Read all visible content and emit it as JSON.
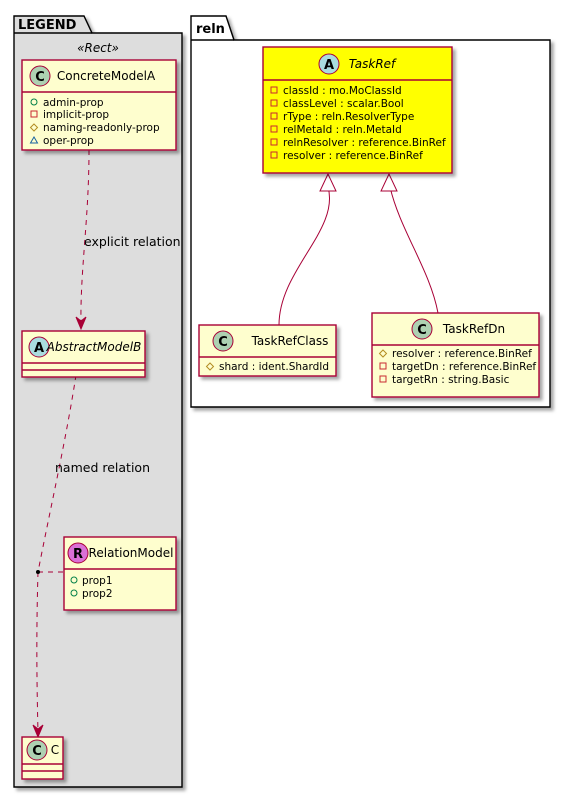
{
  "packages": {
    "legend": {
      "title": "LEGEND",
      "stereotype": "«Rect»"
    },
    "reln": {
      "title": "reln"
    }
  },
  "classes": {
    "concrete_model_a": {
      "name": "ConcreteModelA",
      "badge": "C",
      "attributes": [
        {
          "visibility": "public",
          "text": "admin-prop"
        },
        {
          "visibility": "private",
          "text": "implicit-prop"
        },
        {
          "visibility": "protected",
          "text": "naming-readonly-prop"
        },
        {
          "visibility": "package",
          "text": "oper-prop"
        }
      ]
    },
    "abstract_model_b": {
      "name": "AbstractModelB",
      "badge": "A"
    },
    "relation_model": {
      "name": "RelationModel",
      "badge": "R",
      "attributes": [
        {
          "visibility": "public",
          "text": "prop1"
        },
        {
          "visibility": "public",
          "text": "prop2"
        }
      ]
    },
    "c": {
      "name": "C",
      "badge": "C"
    },
    "task_ref": {
      "name": "TaskRef",
      "badge": "A",
      "attributes": [
        {
          "visibility": "private",
          "text": "classId : mo.MoClassId"
        },
        {
          "visibility": "private",
          "text": "classLevel : scalar.Bool"
        },
        {
          "visibility": "private",
          "text": "rType : reln.ResolverType"
        },
        {
          "visibility": "private",
          "text": "relMetaId : reln.MetaId"
        },
        {
          "visibility": "private",
          "text": "relnResolver : reference.BinRef"
        },
        {
          "visibility": "private",
          "text": "resolver : reference.BinRef"
        }
      ]
    },
    "task_ref_class": {
      "name": "TaskRefClass",
      "badge": "C",
      "attributes": [
        {
          "visibility": "protected",
          "text": "shard : ident.ShardId"
        }
      ]
    },
    "task_ref_dn": {
      "name": "TaskRefDn",
      "badge": "C",
      "attributes": [
        {
          "visibility": "protected",
          "text": "resolver : reference.BinRef"
        },
        {
          "visibility": "private",
          "text": "targetDn : reference.BinRef"
        },
        {
          "visibility": "private",
          "text": "targetRn : string.Basic"
        }
      ]
    }
  },
  "relations": {
    "explicit": "explicit relation",
    "named": "named relation"
  },
  "colors": {
    "class_fill": "#FEFECE",
    "class_border": "#A80036",
    "highlight_fill": "#FFFF00",
    "package_fill": "#DDDDDD",
    "badge_c": "#ADD1B2",
    "badge_a": "#A9DCDF",
    "badge_r": "#DA70D6"
  }
}
